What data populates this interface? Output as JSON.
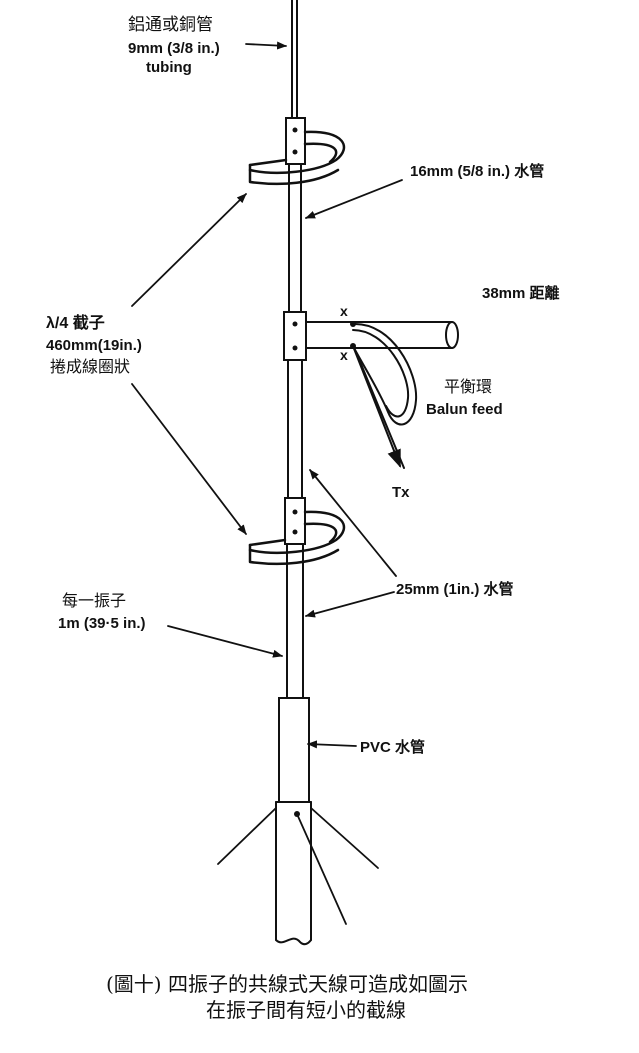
{
  "labels": {
    "tubing_cn": "鋁通或銅管",
    "tubing_size": "9mm (3/8 in.)",
    "tubing_en": "tubing",
    "pipe16": "16mm (5/8 in.) 水管",
    "spacing38": "38mm 距離",
    "stub_l1": "λ/4 截子",
    "stub_l2": "460mm(19in.)",
    "stub_l3": "捲成線圈狀",
    "balun_cn": "平衡環",
    "balun_en": "Balun feed",
    "tx": "Tx",
    "x_mark_top": "x",
    "x_mark_bottom": "x",
    "element_l1": "每一振子",
    "element_l2": "1m (39·5 in.)",
    "pipe25": "25mm (1in.) 水管",
    "pvc": "PVC 水管"
  },
  "caption": {
    "line1": "(圖十) 四振子的共線式天線可造成如圖示",
    "line2": "在振子間有短小的截線"
  }
}
